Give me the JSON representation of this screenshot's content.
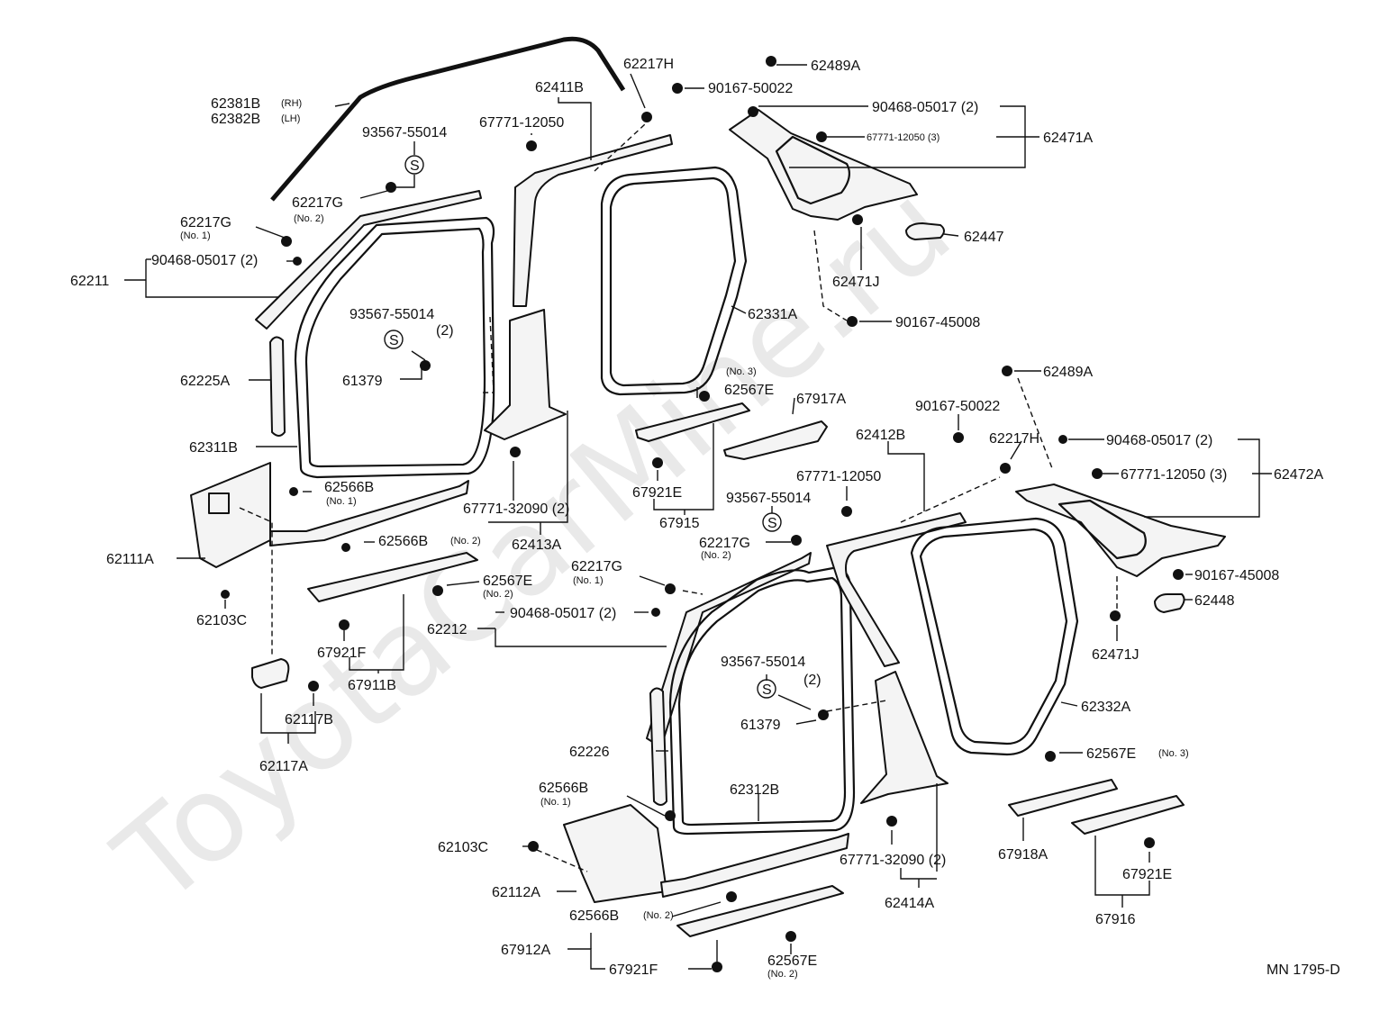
{
  "watermark": "ToyotaCarMine.ru",
  "drawing_code": "MN  1795-D",
  "labels": {
    "l62381B": "62381B",
    "l62382B": "62382B",
    "rh": "(RH)",
    "lh": "(LH)",
    "l93567a": "93567-55014",
    "l62217G_a": "62217G",
    "no2_a": "(No. 2)",
    "l62217G_b": "62217G",
    "no1_b": "(No. 1)",
    "l90468_a": "90468-05017 (2)",
    "l62211": "62211",
    "l93567b": "93567-55014",
    "two_b": "(2)",
    "l61379a": "61379",
    "l62225A": "62225A",
    "l62311B": "62311B",
    "l62566B_a": "62566B",
    "no1_c": "(No. 1)",
    "l62111A": "62111A",
    "l62566B_b": "62566B",
    "no2_d": "(No. 2)",
    "l62567E_a": "62567E",
    "no2_e": "(No. 2)",
    "l62103C_a": "62103C",
    "l67921F_a": "67921F",
    "l67911B": "67911B",
    "l62117B": "62117B",
    "l62117A": "62117A",
    "l62217H_a": "62217H",
    "l90167_a": "90167-50022",
    "l62411B": "62411B",
    "l67771a": "67771-12050",
    "l62331A": "62331A",
    "l67771_32090_a": "67771-32090 (2)",
    "l62413A": "62413A",
    "l62489A_a": "62489A",
    "l90468_b": "90468-05017 (2)",
    "l67771_b": "67771-12050 (3)",
    "l62471A": "62471A",
    "l62447": "62447",
    "l62471J_a": "62471J",
    "l90167_45008_a": "90167-45008",
    "no3_a": "(No. 3)",
    "l62567E_b": "62567E",
    "l67917A": "67917A",
    "l67921E_a": "67921E",
    "l67915": "67915",
    "l93567c": "93567-55014",
    "l62217G_c": "62217G",
    "no2_f": "(No. 2)",
    "l62217G_d": "62217G",
    "no1_g": "(No. 1)",
    "l90468_c": "90468-05017 (2)",
    "l62212": "62212",
    "l62412B": "62412B",
    "l67771_c": "67771-12050",
    "l90167_b": "90167-50022",
    "l62217H_b": "62217H",
    "l62489A_b": "62489A",
    "l90468_d": "90468-05017 (2)",
    "l67771_d": "67771-12050 (3)",
    "l62472A": "62472A",
    "l90167_45008_b": "90167-45008",
    "l62448": "62448",
    "l62471J_b": "62471J",
    "l93567d": "93567-55014",
    "two_d": "(2)",
    "l61379b": "61379",
    "l62332A": "62332A",
    "l62226": "62226",
    "l62566B_c": "62566B",
    "no1_h": "(No. 1)",
    "l62312B": "62312B",
    "l62567E_c": "62567E",
    "no3_c": "(No. 3)",
    "l62103C_b": "62103C",
    "l62112A": "62112A",
    "l62566B_d": "62566B",
    "no2_i": "(No. 2)",
    "l67771_32090_b": "67771-32090 (2)",
    "l62414A": "62414A",
    "l67918A": "67918A",
    "l67921E_b": "67921E",
    "l67916": "67916",
    "l67912A": "67912A",
    "l67921F_b": "67921F",
    "l62567E_d": "62567E",
    "no2_j": "(No. 2)",
    "s_symbol": "S"
  }
}
